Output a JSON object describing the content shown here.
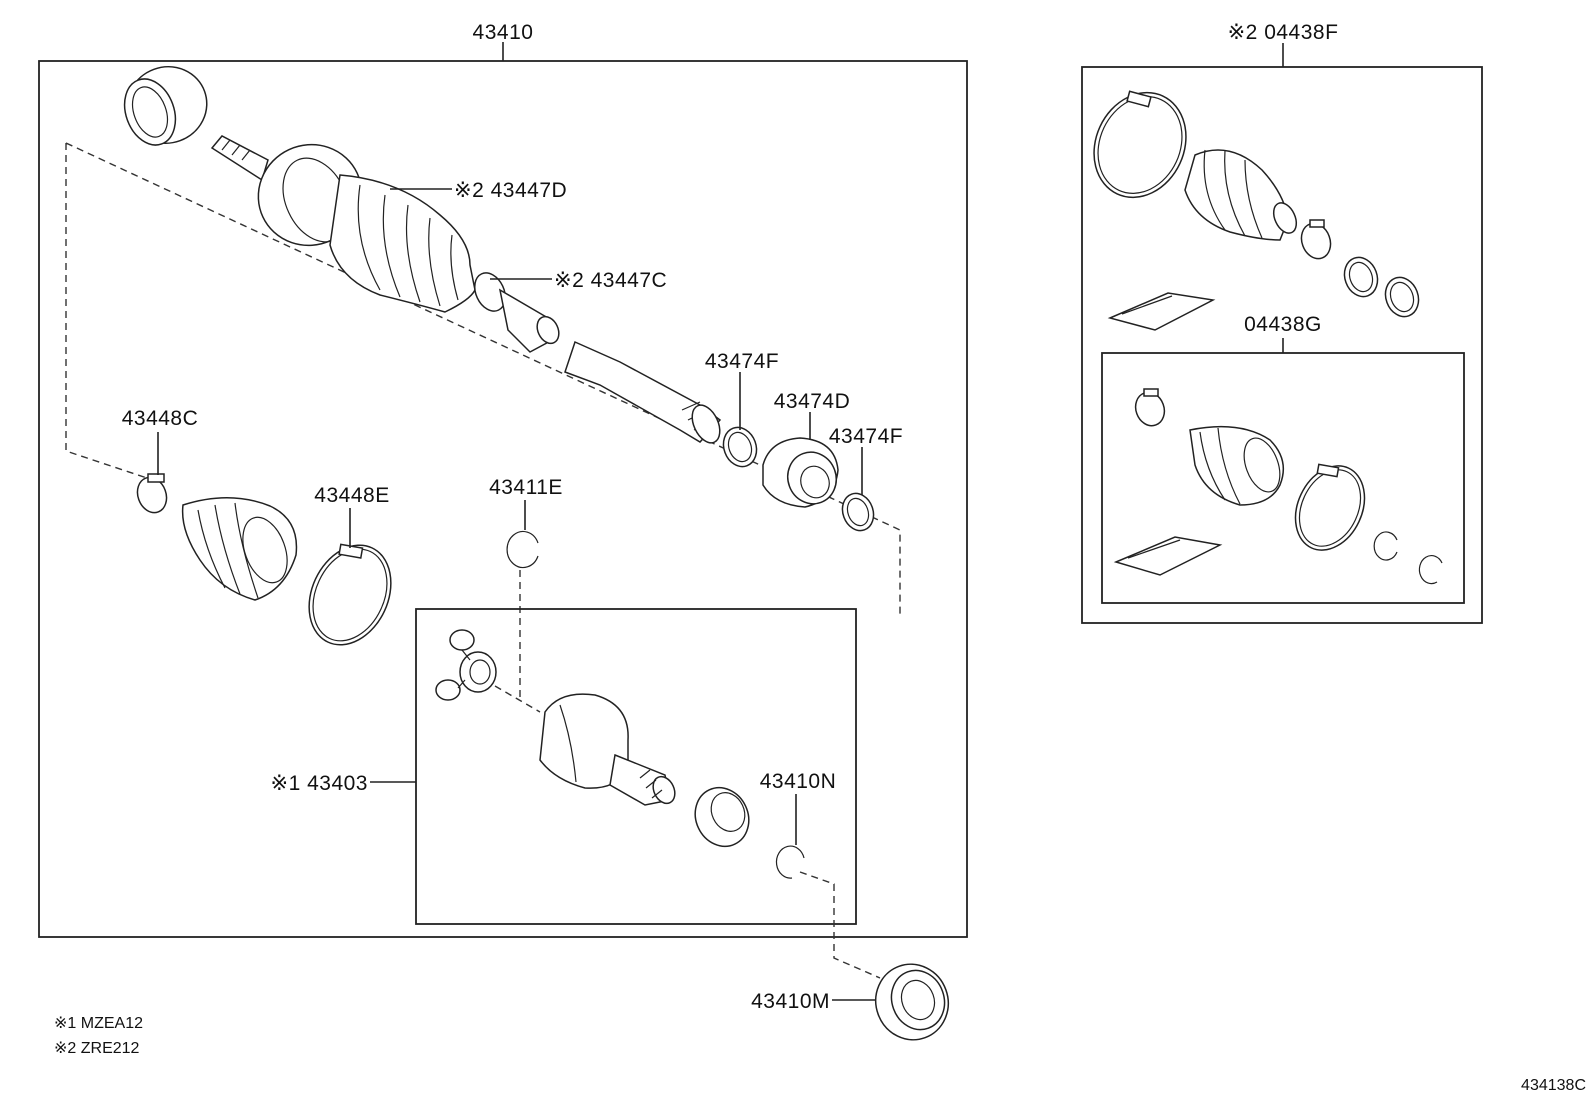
{
  "diagram": {
    "main_assembly_label": "43410",
    "callouts": {
      "p43447D": "※2 43447D",
      "p43447C": "※2 43447C",
      "p43474F_a": "43474F",
      "p43474D": "43474D",
      "p43474F_b": "43474F",
      "p43448C": "43448C",
      "p43448E": "43448E",
      "p43411E": "43411E",
      "p43403": "※1 43403",
      "p43410N": "43410N",
      "p43410M": "43410M"
    },
    "kit_outer_label": "※2 04438F",
    "kit_inner_label": "04438G",
    "notes": {
      "note1": "※1 MZEA12",
      "note2": "※2 ZRE212"
    },
    "figure_code": "434138C"
  }
}
